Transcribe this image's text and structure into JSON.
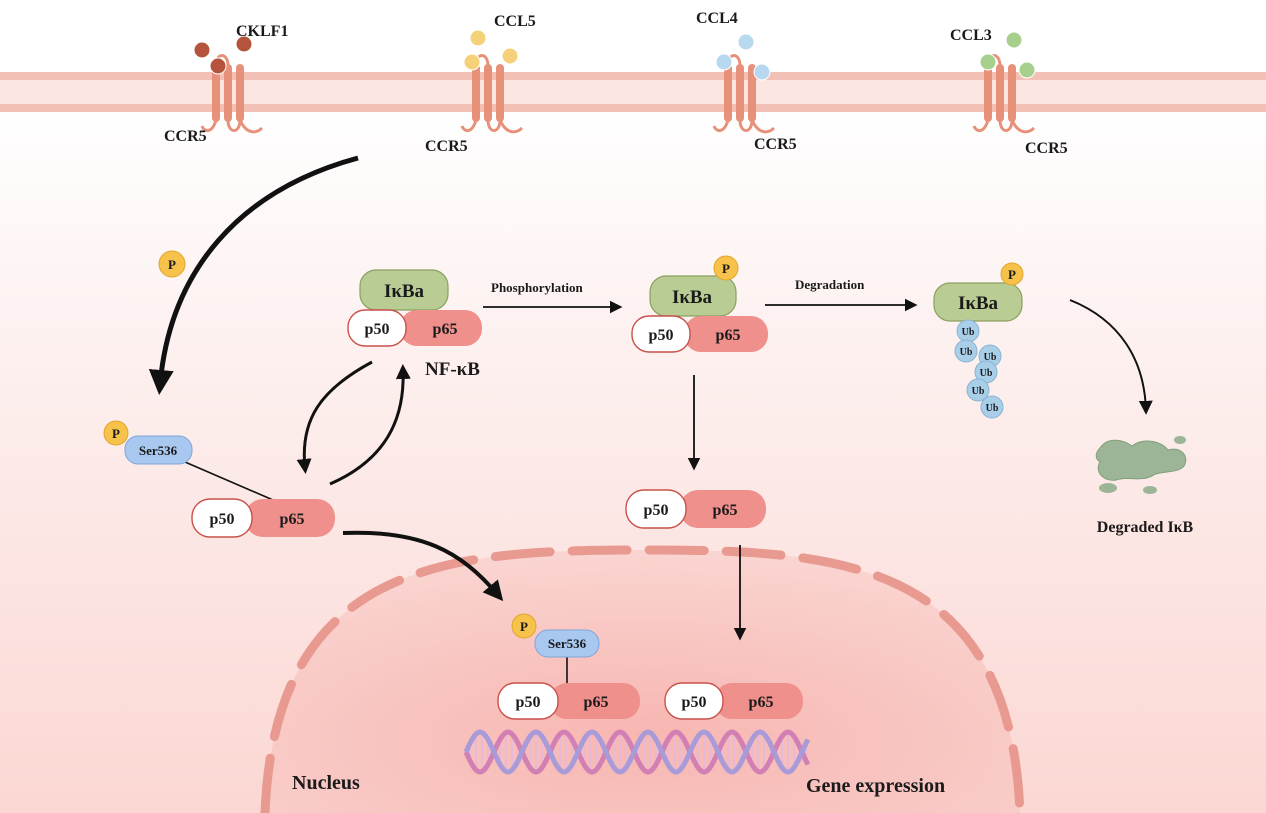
{
  "receptors": [
    {
      "ligand": "CKLF1",
      "receptor": "CCR5",
      "color": "#b5533c"
    },
    {
      "ligand": "CCL5",
      "receptor": "CCR5",
      "color": "#f5d27a"
    },
    {
      "ligand": "CCL4",
      "receptor": "CCR5",
      "color": "#b8d8f0"
    },
    {
      "ligand": "CCL3",
      "receptor": "CCR5",
      "color": "#a8d08d"
    }
  ],
  "labels": {
    "p": "P",
    "ser536": "Ser536",
    "ikba": "IκBa",
    "p50": "p50",
    "p65": "p65",
    "nfkb": "NF-κB",
    "ub": "Ub",
    "phosphorylation": "Phosphorylation",
    "degradation": "Degradation",
    "degraded": "Degraded IκB",
    "nucleus": "Nucleus",
    "gene_expression": "Gene expression"
  },
  "colors": {
    "membrane": "#e8a090",
    "receptor": "#e8917a",
    "p65": "#f0908c",
    "p50_border": "#c9504a",
    "ikba_fill": "#b8cc94",
    "ikba_stroke": "#8aa060",
    "phospho": "#f7c24a",
    "ser536": "#a9c8f0",
    "ub": "#a9cfe8",
    "nucleus": "#f3b6ad",
    "degraded": "#7fa07a"
  }
}
